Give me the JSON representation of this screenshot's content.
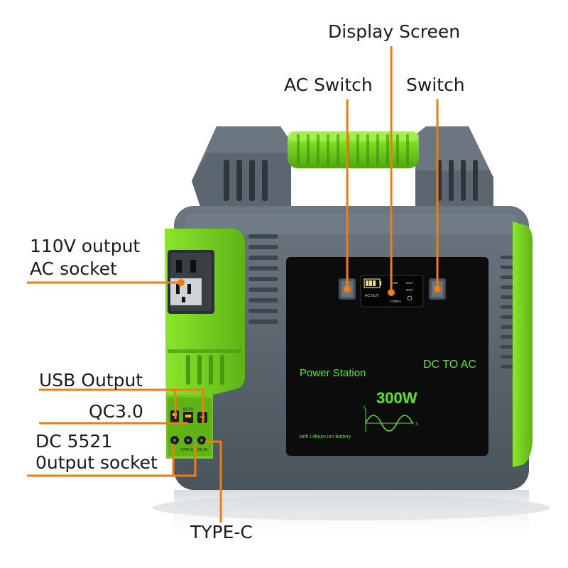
{
  "callouts": {
    "display_screen": "Display Screen",
    "ac_switch": "AC Switch",
    "switch": "Switch",
    "ac_socket_line1": "110V output",
    "ac_socket_line2": "AC socket",
    "usb_output": "USB Output",
    "qc": "QC3.0",
    "dc_line1": "DC 5521",
    "dc_line2": "0utput socket",
    "type_c": "TYPE-C"
  },
  "panel": {
    "power_station": "Power Station",
    "dc_to_ac": "DC TO AC",
    "wattage": "300W",
    "battery_note": "with Lithium ion Battery",
    "axis_y": "Y",
    "axis_x": "X"
  },
  "screen": {
    "ac_out": "AC OUT",
    "usb": "USB",
    "type_c": "TYPE-C",
    "out_1": "OUT",
    "out_2": "OUT"
  },
  "ports": {
    "qc_label": "QC3.0",
    "type_c_label": "TYPE-C",
    "dc_label": "DC IN"
  },
  "colors": {
    "callout_line": "#f07c12",
    "body_gray": "#5b6670",
    "accent_green": "#77d11f",
    "panel_black": "#0c0c0c",
    "panel_green_text": "#5ee32b"
  }
}
